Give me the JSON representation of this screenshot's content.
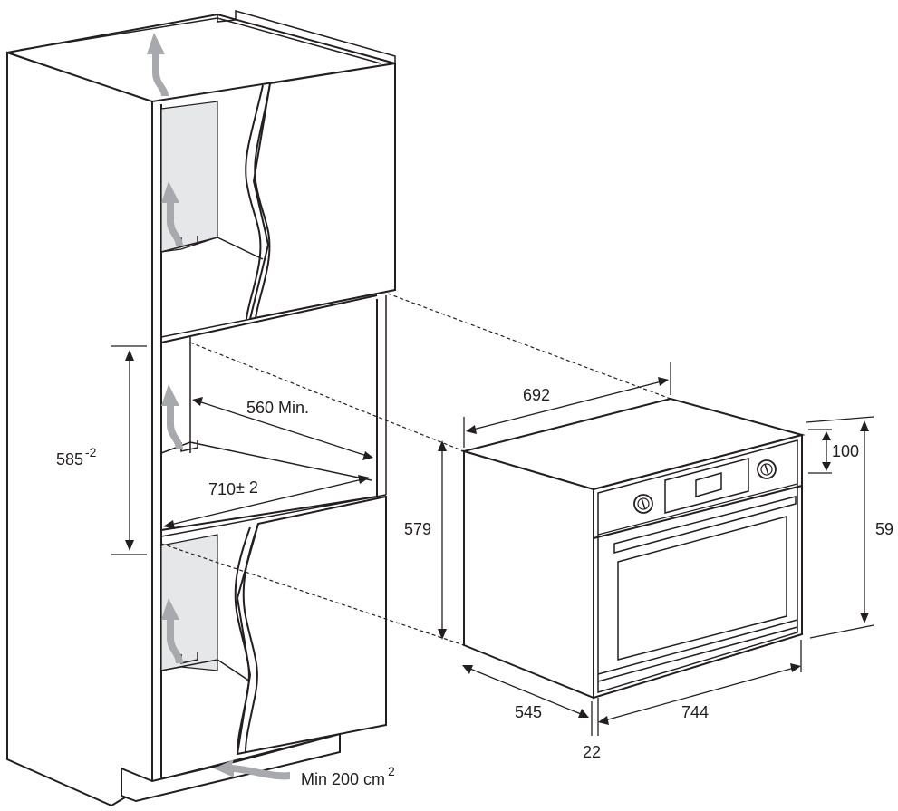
{
  "colors": {
    "line": "#231f20",
    "airflow": "#a7a9ac",
    "inner_panel": "#e6e7e8",
    "background": "#ffffff"
  },
  "dimensions": {
    "cabinet_opening_height": "585",
    "cabinet_opening_height_tolerance": "-2",
    "cabinet_inner_width": "560 Min.",
    "cabinet_depth": "710",
    "cabinet_depth_tolerance": "± 2",
    "oven_top_depth": "692",
    "oven_body_height": "579",
    "oven_body_depth": "545",
    "oven_front_thickness": "22",
    "oven_front_width": "744",
    "control_panel_height": "100",
    "oven_front_height": "59"
  },
  "ventilation": {
    "label": "Min 200 cm",
    "unit_superscript": "2"
  },
  "icons": {
    "airflow": "airflow-arrow-icon",
    "oven_knob": "knob-icon",
    "oven_display": "display-icon"
  }
}
